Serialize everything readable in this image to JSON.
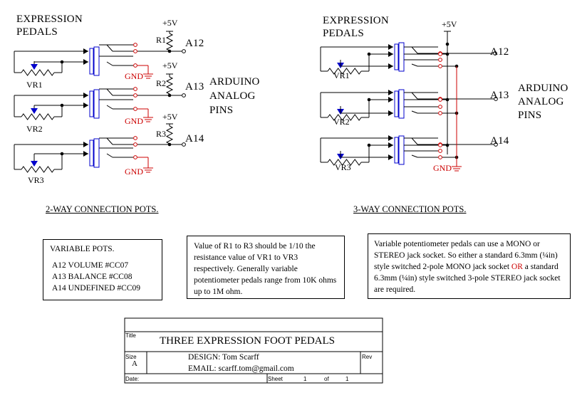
{
  "left": {
    "heading": [
      "EXPRESSION",
      "PEDALS"
    ],
    "supply": "+5V",
    "resistors": [
      "R1",
      "R2",
      "R3"
    ],
    "pins": [
      "A12",
      "A13",
      "A14"
    ],
    "pots": [
      "VR1",
      "VR2",
      "VR3"
    ],
    "ground": "GND",
    "side_label": [
      "ARDUINO",
      "ANALOG",
      "PINS"
    ],
    "caption": "2-WAY CONNECTION POTS."
  },
  "right": {
    "heading": [
      "EXPRESSION",
      "PEDALS"
    ],
    "supply": "+5V",
    "pins": [
      "A12",
      "A13",
      "A14"
    ],
    "pots": [
      "VR1",
      "VR2",
      "VR3"
    ],
    "ground": "GND",
    "side_label": [
      "ARDUINO",
      "ANALOG",
      "PINS"
    ],
    "caption": "3-WAY CONNECTION POTS."
  },
  "notes": {
    "variable": {
      "title": "VARIABLE POTS.",
      "lines": [
        "A12 VOLUME  #CC07",
        "A13 BALANCE  #CC08",
        "A14 UNDEFINED #CC09"
      ]
    },
    "resistor_note": "Value of R1 to R3 should be 1/10 the resistance value of VR1 to VR3 respectively. Generally variable potentiometer pedals range from 10K ohms up to 1M ohm.",
    "jack_note": {
      "before": "Variable potentiometer pedals can use a  MONO or STEREO jack socket. So either a standard 6.3mm (¼in) style switched 2-pole MONO jack socket ",
      "or": "OR",
      "after": " a standard 6.3mm (¼in) style switched 3-pole STEREO jack socket are required."
    }
  },
  "title_block": {
    "title_label": "Title",
    "title": "THREE EXPRESSION FOOT PEDALS",
    "size_label": "Size",
    "size": "A",
    "design": "DESIGN: Tom Scarff",
    "email": "EMAIL: scarff.tom@gmail.com",
    "rev_label": "Rev",
    "date_label": "Date:",
    "sheet_label": "Sheet",
    "sheet_num": "1",
    "of_label": "of",
    "sheet_total": "1"
  },
  "colors": {
    "wire": "#000000",
    "ground": "#cc0000",
    "jack": "#0000cc",
    "connection": "#cc0000"
  }
}
